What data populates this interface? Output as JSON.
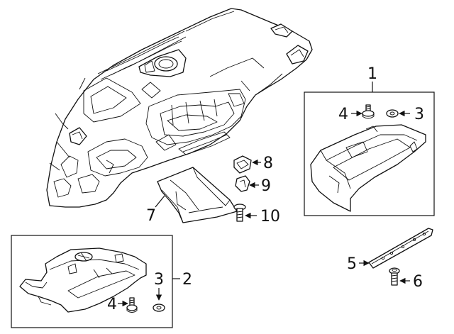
{
  "callouts": {
    "c1": "1",
    "c2": "2",
    "c3_top": "3",
    "c3_bottom": "3",
    "c4_top": "4",
    "c4_bottom": "4",
    "c5": "5",
    "c6": "6",
    "c7": "7",
    "c8": "8",
    "c9": "9",
    "c10": "10"
  },
  "colors": {
    "line": "#111111",
    "background": "#ffffff"
  }
}
